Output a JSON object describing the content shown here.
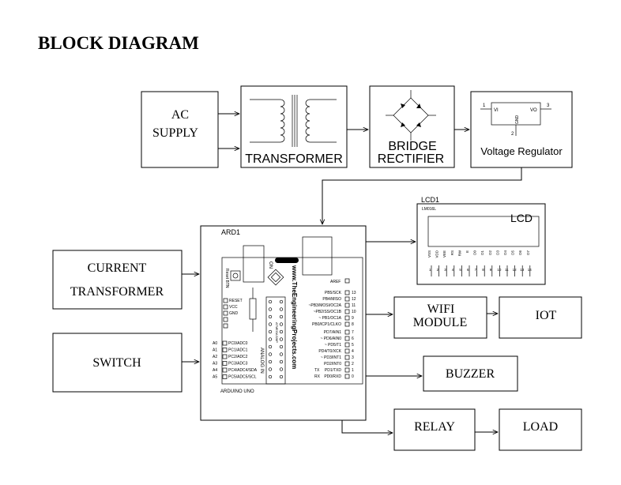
{
  "title": "BLOCK DIAGRAM",
  "blocks": {
    "ac_supply": [
      "AC",
      "SUPPLY"
    ],
    "transformer": "TRANSFORMER",
    "bridge_rectifier": [
      "BRIDGE",
      "RECTIFIER"
    ],
    "voltage_regulator": "Voltage Regulator",
    "current_transformer": [
      "CURRENT",
      "TRANSFORMER"
    ],
    "switch": "SWITCH",
    "wifi_module": [
      "WIFI",
      "MODULE"
    ],
    "iot": "IOT",
    "buzzer": "BUZZER",
    "relay": "RELAY",
    "load": "LOAD",
    "lcd": "LCD"
  },
  "regulator": {
    "vi": "VI",
    "vo": "VO",
    "gnd": "GND",
    "pin1": "1",
    "pin2": "2",
    "pin3": "3"
  },
  "lcd_module": {
    "ref": "LCD1",
    "model": "LM016L",
    "pins": [
      "VSS",
      "VDD",
      "VEE",
      "RS",
      "RW",
      "E",
      "D0",
      "D1",
      "D2",
      "D3",
      "D4",
      "D5",
      "D6",
      "D7"
    ],
    "pin_numbers": [
      "1",
      "2",
      "3",
      "4",
      "5",
      "6",
      "7",
      "8",
      "9",
      "10",
      "11",
      "12",
      "13",
      "14"
    ]
  },
  "arduino": {
    "ref": "ARD1",
    "board_name": "ARDUINO UNO",
    "reset_btn": "Reset BTN",
    "on_label": "ON",
    "website": "www.TheEngineeringProjects.com",
    "analog_in": "ANALOG IN",
    "atmega": "ATMEGA328P",
    "left_pins": [
      "RESET",
      "VCC",
      "GND"
    ],
    "analog_labels": [
      "A0",
      "A1",
      "A2",
      "A3",
      "A4",
      "A5"
    ],
    "analog_pins": [
      "PC0/ADC0",
      "PC1/ADC1",
      "PC2/ADC2",
      "PC3/ADC3",
      "PC4/ADC4/SDA",
      "PC5/ADC5/SCL"
    ],
    "aref": "AREF",
    "right_pins_top": [
      "PB5/SCK",
      "PB4/MISO",
      "~PB3/MOSI/OC2A",
      "~PB2/SS/OC1B",
      "~ PB1/OC1A",
      "PB0/ICP1/CLKO"
    ],
    "right_nums_top": [
      "13",
      "12",
      "11",
      "10",
      "9",
      "8"
    ],
    "right_pins_bottom": [
      "PD7/AIN1",
      "~ PD6/AIN0",
      "~ PD5/T1",
      "PD4/T0/XCK",
      "~ PD3/INT1",
      "PD2/INT0",
      "PD1/TXD",
      "PD0/RXD"
    ],
    "right_nums_bottom": [
      "7",
      "6",
      "5",
      "4",
      "3",
      "2",
      "1",
      "0"
    ],
    "tx": "TX",
    "rx": "RX"
  }
}
